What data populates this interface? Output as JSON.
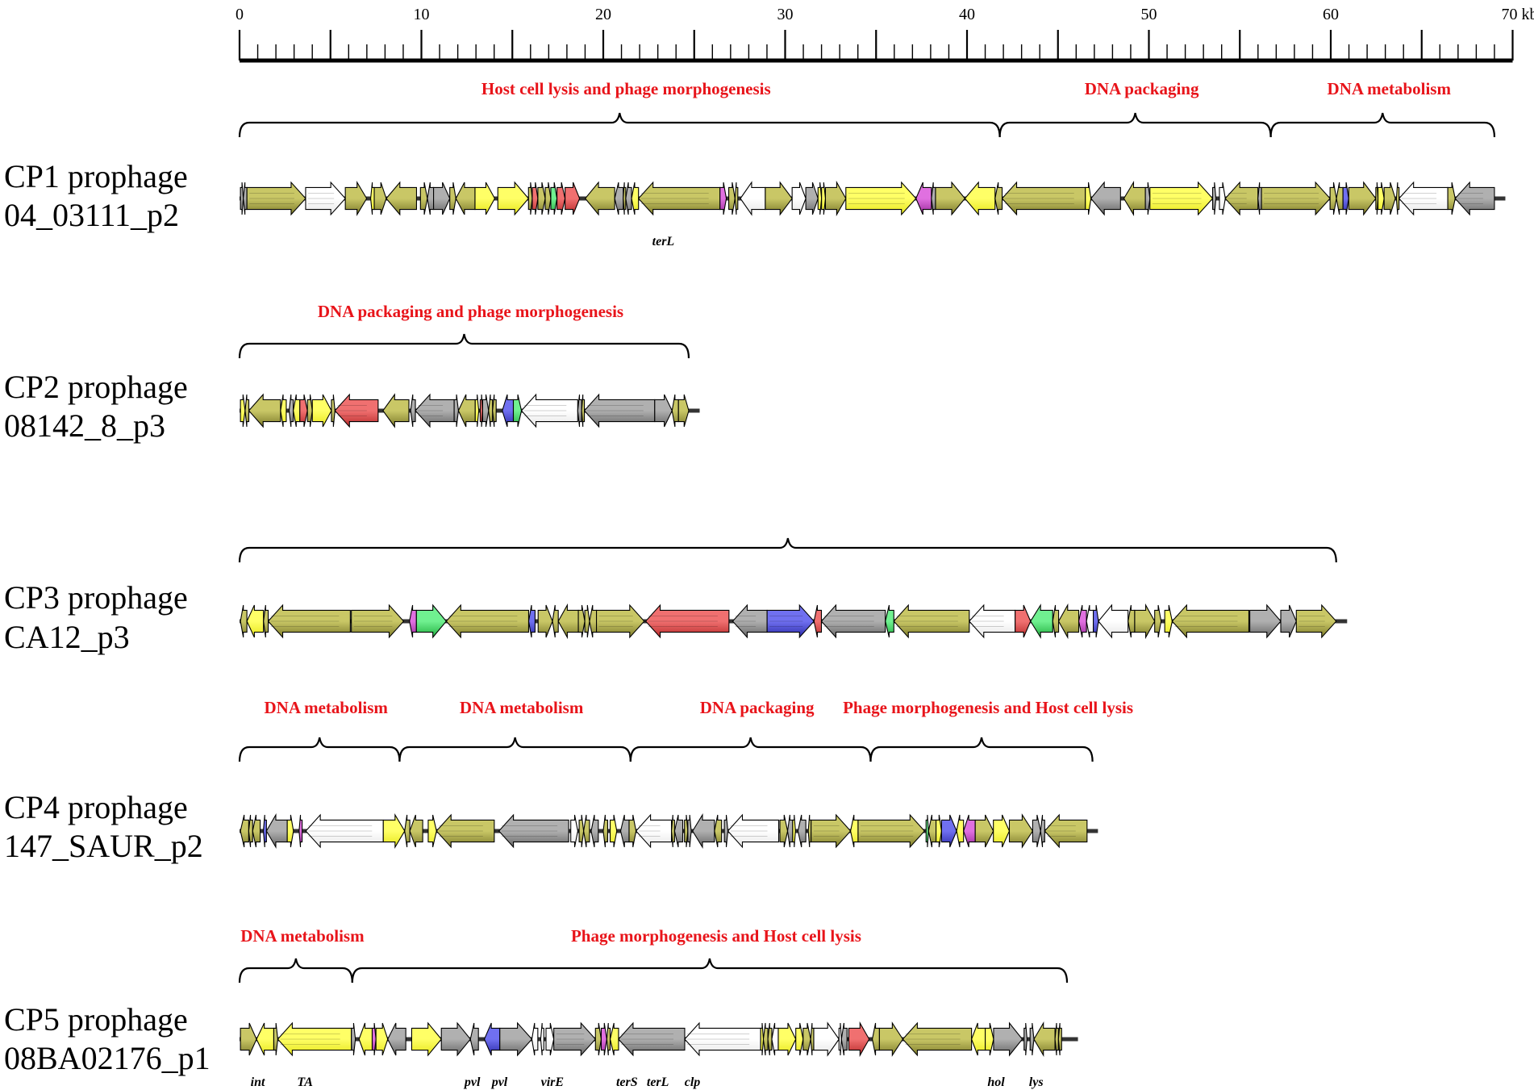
{
  "scale": {
    "unit": "kb",
    "max_kb": 70,
    "ticks": [
      {
        "value": 0,
        "label": "0"
      },
      {
        "value": 10,
        "label": "10"
      },
      {
        "value": 20,
        "label": "20"
      },
      {
        "value": 30,
        "label": "30"
      },
      {
        "value": 40,
        "label": "40"
      },
      {
        "value": 50,
        "label": "50"
      },
      {
        "value": 60,
        "label": "60"
      },
      {
        "value": 70,
        "label": "70 kb"
      }
    ]
  },
  "colors": {
    "olive": "#a8a642",
    "gray": "#8b8b8b",
    "yellow": "#ffff33",
    "white": "#ffffff",
    "red": "#e03c3c",
    "magenta": "#cc44cc",
    "blue": "#4b4bdc",
    "green": "#33dd55",
    "label_red": "#e8141a"
  },
  "tracks": [
    {
      "id": "cp1",
      "name_line1": "CP1 prophage",
      "name_line2": "04_03111_p2",
      "length_kb": 69.0,
      "sections": [
        {
          "label": "Host cell lysis and phage morphogenesis",
          "start_kb": 0.0,
          "end_kb": 41.8
        },
        {
          "label": "DNA packaging",
          "start_kb": 41.8,
          "end_kb": 56.7
        },
        {
          "label": "DNA metabolism",
          "start_kb": 56.7,
          "end_kb": 69.0
        }
      ],
      "gene_labels": [
        {
          "text": "terL",
          "at_kb": 23.3
        }
      ]
    },
    {
      "id": "cp2",
      "name_line1": "CP2 prophage",
      "name_line2": "08142_8_p3",
      "length_kb": 24.7,
      "sections": [
        {
          "label": "DNA packaging and phage morphogenesis",
          "start_kb": 0.0,
          "end_kb": 24.7
        }
      ],
      "gene_labels": []
    },
    {
      "id": "cp3",
      "name_line1": "CP3 prophage",
      "name_line2": "CA12_p3",
      "length_kb": 60.3,
      "sections": [
        {
          "label": "",
          "start_kb": 0.0,
          "end_kb": 60.3
        }
      ],
      "gene_labels": []
    },
    {
      "id": "cp4",
      "name_line1": "CP4 prophage",
      "name_line2": "147_SAUR_p2",
      "length_kb": 46.6,
      "sections": [
        {
          "label": "DNA metabolism",
          "start_kb": 0.0,
          "end_kb": 8.8
        },
        {
          "label": "DNA metabolism",
          "start_kb": 8.8,
          "end_kb": 21.5
        },
        {
          "label": "DNA packaging",
          "start_kb": 21.5,
          "end_kb": 34.7
        },
        {
          "label": "Phage morphogenesis and Host cell lysis",
          "start_kb": 34.7,
          "end_kb": 46.9
        }
      ],
      "gene_labels": []
    },
    {
      "id": "cp5",
      "name_line1": "CP5 prophage",
      "name_line2": "08BA02176_p1",
      "length_kb": 45.5,
      "sections": [
        {
          "label": "DNA metabolism",
          "start_kb": 0.0,
          "end_kb": 6.2
        },
        {
          "label": "Phage morphogenesis and Host cell lysis",
          "start_kb": 6.2,
          "end_kb": 45.5
        }
      ],
      "gene_labels": [
        {
          "text": "int",
          "at_kb": 1.0
        },
        {
          "text": "TA",
          "at_kb": 3.6
        },
        {
          "text": "pvl",
          "at_kb": 12.8
        },
        {
          "text": "pvl",
          "at_kb": 14.3
        },
        {
          "text": "virE",
          "at_kb": 17.2
        },
        {
          "text": "terS",
          "at_kb": 21.3
        },
        {
          "text": "terL",
          "at_kb": 23.0
        },
        {
          "text": "clp",
          "at_kb": 24.9
        },
        {
          "text": "hol",
          "at_kb": 41.6
        },
        {
          "text": "lys",
          "at_kb": 43.8
        }
      ]
    }
  ]
}
